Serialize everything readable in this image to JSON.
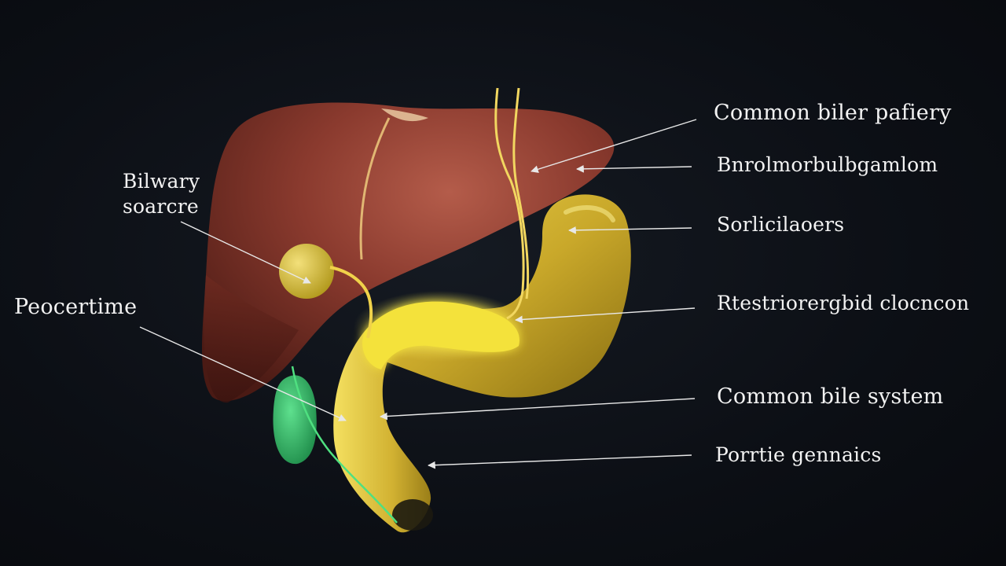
{
  "diagram": {
    "labels": {
      "biliary_line1": "Bilwary",
      "biliary_line2": "soarcre",
      "peocertime": "Peocertime",
      "common_biler_pafiery": "Common biler pafiery",
      "bnrolmorb": "Bnrolmorbulbgamlom",
      "sorlicilaoers": "Sorlicilaoers",
      "rtestriore": "Rtestriorergbid clocncon",
      "common_bile_system": "Common bile system",
      "porrtie_gennaics": "Porrtie gennaics"
    }
  },
  "colors": {
    "background": "#0c0f15",
    "liver": "#7a3126",
    "bile_duct": "#f0d24a",
    "stomach_yellow": "#cfb22b",
    "gallbladder_green": "#2fb86a",
    "label_text": "#f2f2f2",
    "leader_line": "#e8e8e8"
  }
}
